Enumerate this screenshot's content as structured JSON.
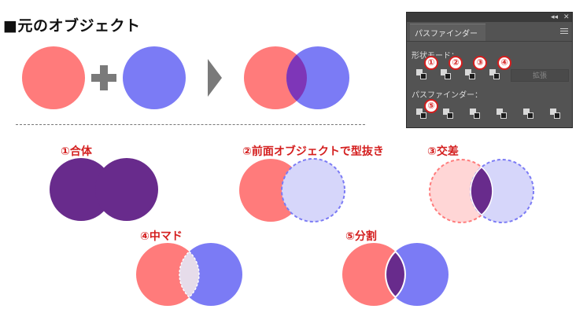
{
  "heading": "■元のオブジェクト",
  "results": {
    "unite": "①合体",
    "minus_front": "②前面オブジェクトで型抜き",
    "intersect": "③交差",
    "exclude": "④中マド",
    "divide": "⑤分割"
  },
  "panel": {
    "tab_title": "パスファインダー",
    "shape_modes_label": "形状モード：",
    "pathfinders_label": "パスファインダー：",
    "expand_button": "拡張",
    "top_controls": [
      "◂◂",
      "✕"
    ],
    "badges": [
      "①",
      "②",
      "③",
      "④",
      "⑤"
    ]
  },
  "colors": {
    "pink": "#ff7b7b",
    "blue": "#7b7bf5",
    "purple": "#682b8c",
    "light_pink": "#ffd6d6",
    "light_blue": "#d6d6fa",
    "badge_red": "#d41e1e"
  }
}
